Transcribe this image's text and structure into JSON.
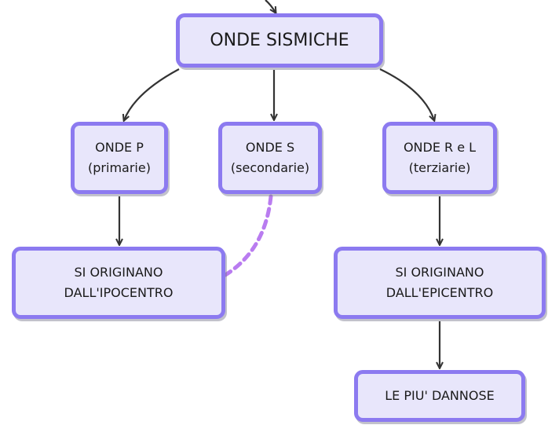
{
  "diagram": {
    "root": {
      "label": "ONDE SISMICHE"
    },
    "waves": [
      {
        "id": "p",
        "label": "ONDE P\n(primarie)"
      },
      {
        "id": "s",
        "label": "ONDE S\n(secondarie)"
      },
      {
        "id": "rl",
        "label": "ONDE R e L\n(terziarie)"
      }
    ],
    "origins": [
      {
        "id": "ipo",
        "label": "SI ORIGINANO\nDALL'IPOCENTRO"
      },
      {
        "id": "epi",
        "label": "SI ORIGINANO\nDALL'EPICENTRO"
      }
    ],
    "effect": {
      "label": "LE PIU' DANNOSE"
    },
    "colors": {
      "node_fill": "#e8e6fb",
      "node_border": "#8c7af0",
      "arrow": "#333333",
      "dashed_link": "#b97cf0"
    }
  }
}
